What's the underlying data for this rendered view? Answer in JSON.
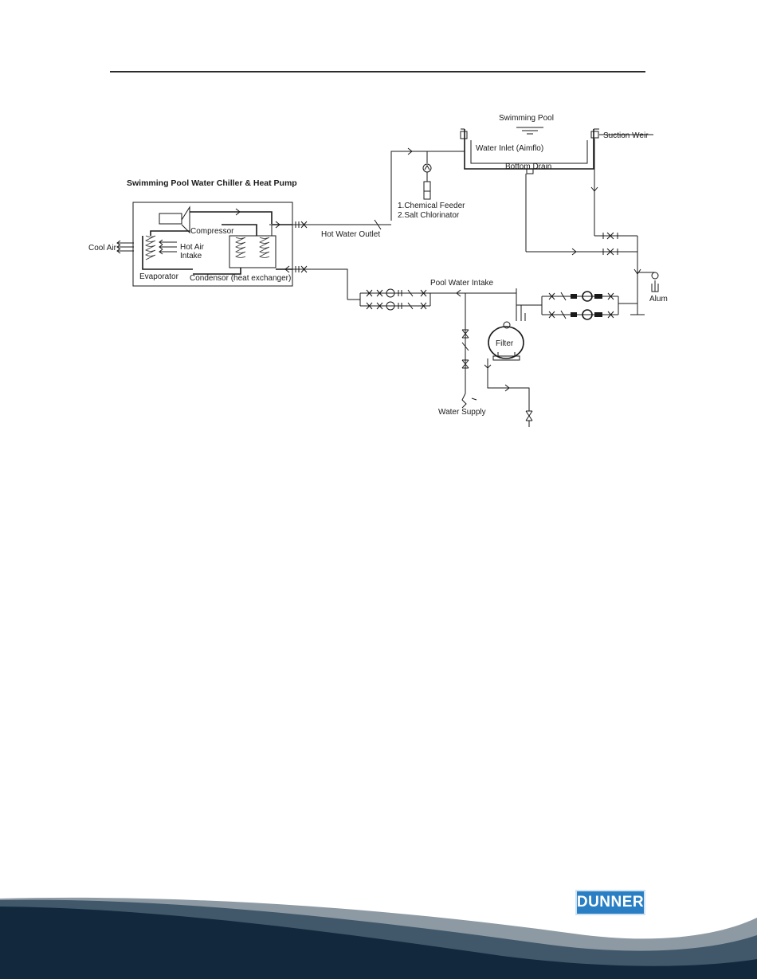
{
  "diagram": {
    "title": "Swimming Pool Water Chiller & Heat Pump",
    "labels": {
      "swimming_pool": "Swimming Pool",
      "suction_weir": "Suction Weir",
      "water_inlet": "Water Inlet (Aimflo)",
      "bottom_drain": "Bottom Drain",
      "chemical_feeder": "1.Chemical Feeder",
      "salt_chlorinator": "2.Salt Chlorinator",
      "hot_water_outlet": "Hot Water Outlet",
      "compressor": "Compressor",
      "cool_air": "Cool Air",
      "hot_air_intake_1": "Hot Air",
      "hot_air_intake_2": "Intake",
      "evaporator": "Evaporator",
      "condenser": "Condensor (heat exchanger)",
      "pool_water_intake": "Pool Water Intake",
      "filter": "Filter",
      "alum": "Alum",
      "water_supply": "Water Supply"
    }
  },
  "footer": {
    "logo_text": "DUNNER",
    "colors": {
      "navy": "#12293d",
      "slate": "#41586b",
      "grey": "#8e9aa3",
      "logo_blue": "#2a7fc4"
    }
  }
}
